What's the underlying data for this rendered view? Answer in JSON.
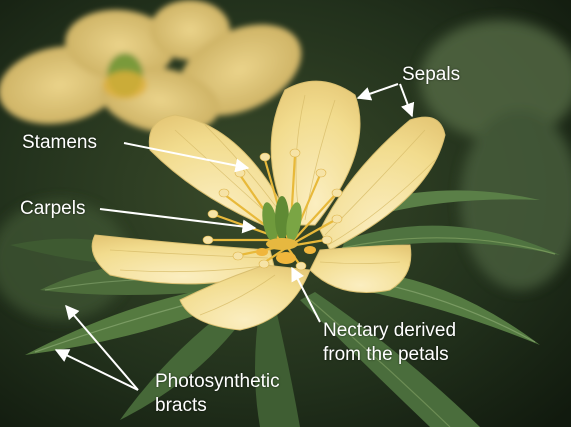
{
  "labels": {
    "sepals": "Sepals",
    "stamens": "Stamens",
    "carpels": "Carpels",
    "nectary_line1": "Nectary derived",
    "nectary_line2": "from the petals",
    "bracts_line1": "Photosynthetic",
    "bracts_line2": "bracts"
  },
  "colors": {
    "label_text": "#ffffff",
    "arrow": "#ffffff",
    "petal": "#f3df93",
    "petal_vein": "#dcc26a",
    "stamen": "#f0c54a",
    "carpel": "#6f9a3c",
    "leaf": "#48693a",
    "leaf_dark": "#2c4425",
    "background": "#1b2716"
  }
}
